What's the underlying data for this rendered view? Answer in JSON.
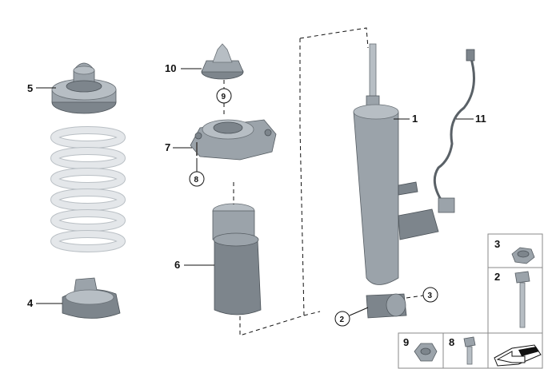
{
  "callouts": {
    "c1": "1",
    "c2": "2",
    "c3": "3",
    "c4": "4",
    "c5": "5",
    "c6": "6",
    "c7": "7",
    "c8": "8",
    "c9": "9",
    "c10": "10",
    "c11": "11"
  },
  "legend_boxes": {
    "b3": "3",
    "b2": "2",
    "b9": "9",
    "b8": "8"
  },
  "colors": {
    "part": "#8b9399",
    "spring": "#e4e7ea",
    "line": "#111111"
  }
}
